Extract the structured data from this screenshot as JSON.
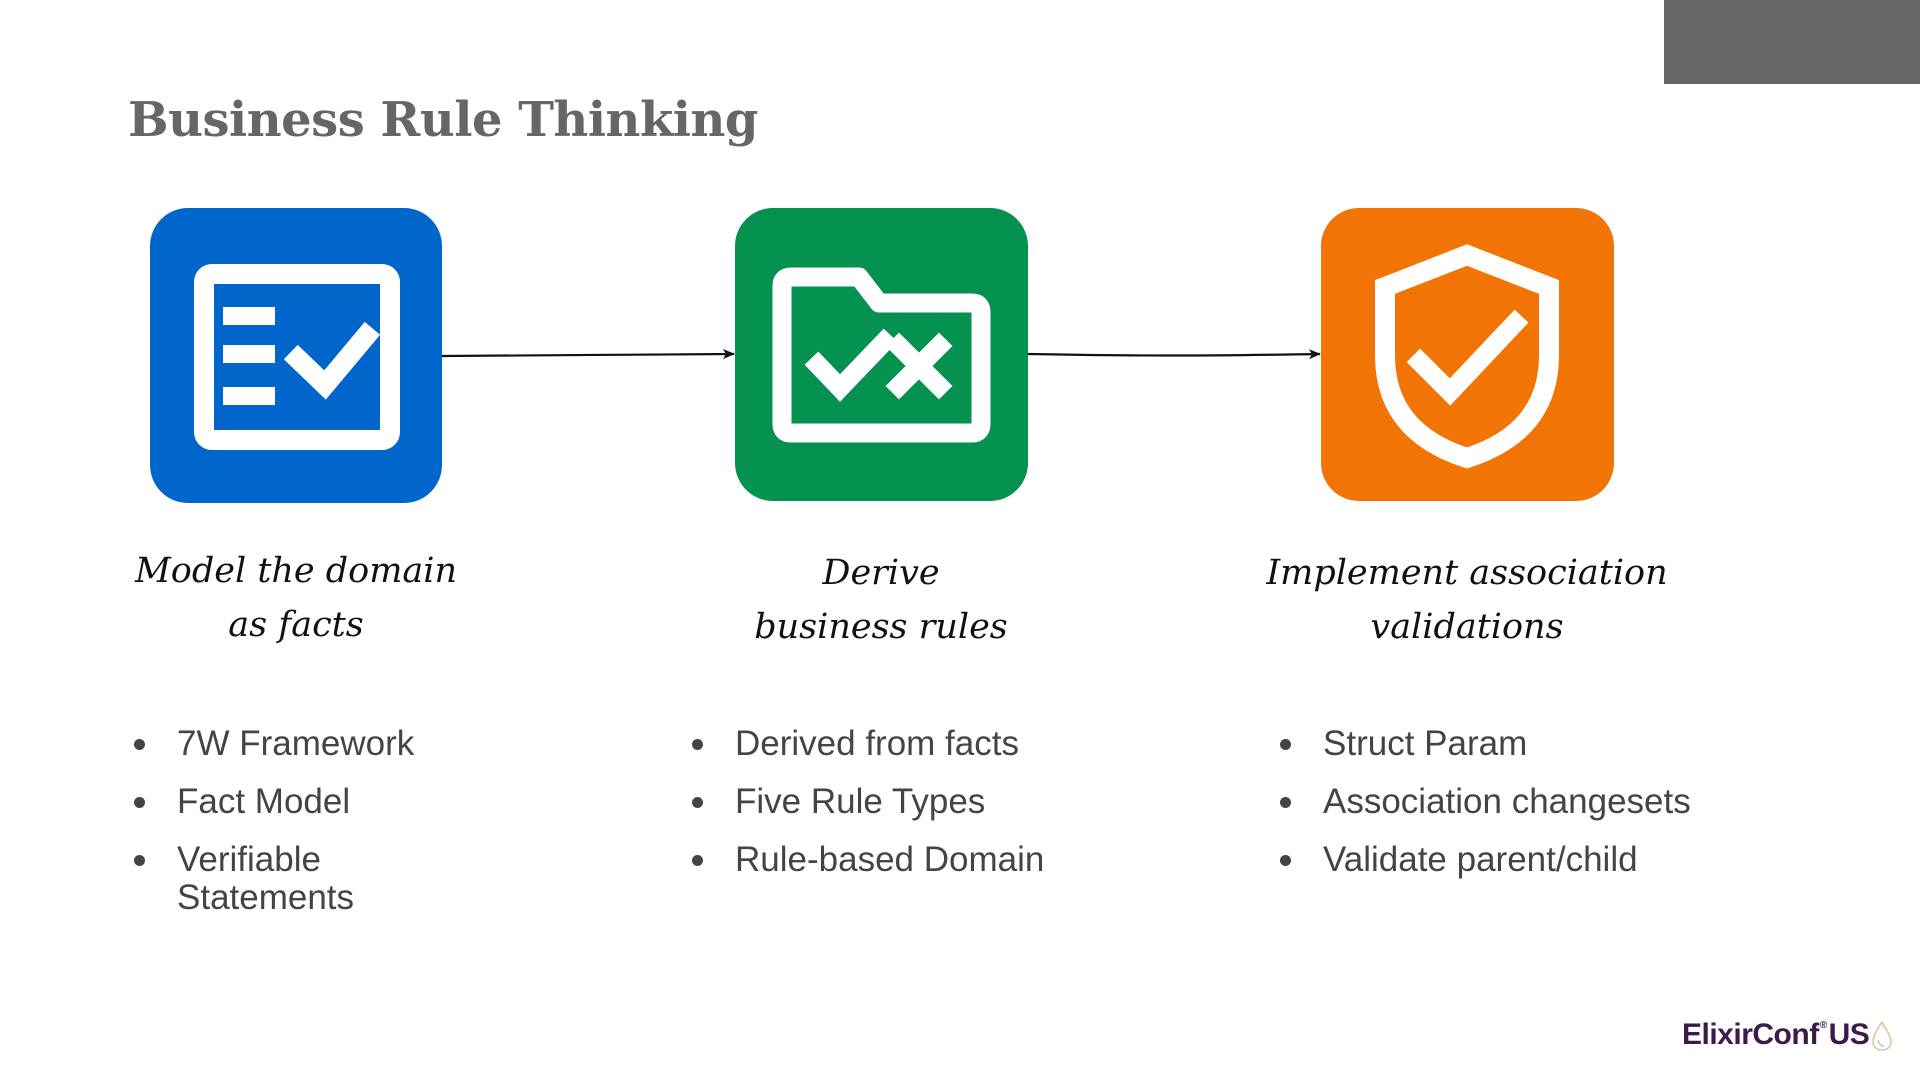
{
  "colors": {
    "title": "#666666",
    "corner_bar": "#666666",
    "blue": "#0066CC",
    "green": "#05914F",
    "orange": "#F27405",
    "arrow": "#111111",
    "logo": "#3B1B4A"
  },
  "title": "Business Rule Thinking",
  "steps": [
    {
      "icon": "checklist-icon",
      "label_line1": "Model the domain",
      "label_line2": "as facts",
      "bullets": [
        "7W Framework",
        "Fact Model",
        "Verifiable Statements"
      ]
    },
    {
      "icon": "folder-check-x-icon",
      "label_line1": "Derive",
      "label_line2": "business rules",
      "bullets": [
        "Derived from facts",
        "Five Rule Types",
        "Rule-based Domain"
      ]
    },
    {
      "icon": "shield-check-icon",
      "label_line1": "Implement association",
      "label_line2": "validations",
      "bullets": [
        "Struct Param",
        "Association changesets",
        "Validate parent/child"
      ]
    }
  ],
  "logo": {
    "name": "ElixirConf",
    "registered": "®",
    "region": "US"
  }
}
